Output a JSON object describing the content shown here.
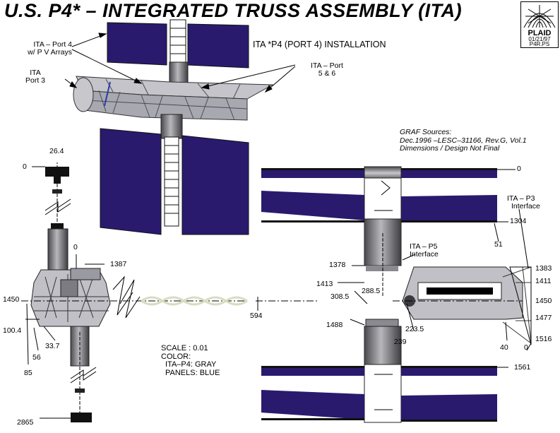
{
  "title": "U.S. P4* – INTEGRATED TRUSS ASSEMBLY (ITA)",
  "subtitle": "ITA *P4 (PORT 4) INSTALLATION",
  "logo": {
    "name": "PLAID",
    "date": "01/21/97",
    "file": "P4R.PS"
  },
  "callouts": {
    "port4_line1": "ITA – Port 4",
    "port4_line2": "w/ P V Arrays",
    "port3_line1": "ITA",
    "port3_line2": "Port 3",
    "port56_line1": "ITA – Port",
    "port56_line2": "5 & 6",
    "p3_line1": "ITA – P3",
    "p3_line2": "Interface",
    "p5_line1": "ITA – P5",
    "p5_line2": "Interface"
  },
  "sources": {
    "line1": "GRAF Sources:",
    "line2": "Dec.1996 –LESC–31166, Rev.G, Vol.1",
    "line3": "Dimensions / Design Not Final"
  },
  "scale_note": {
    "line1": "SCALE : 0.01",
    "line2": "COLOR:",
    "line3": "ITA–P4:  GRAY",
    "line4": "PANELS:  BLUE"
  },
  "left_view_dims": {
    "d26_4": "26.4",
    "d0_top": "0",
    "d0_mid": "0",
    "d1387": "1387",
    "d1450": "1450",
    "d100_4": "100.4",
    "d33_7": "33.7",
    "d56": "56",
    "d85": "85",
    "d2865": "2865"
  },
  "center_dim": "594",
  "right_view_dims": {
    "d0": "0",
    "d1304": "1304",
    "d51": "51",
    "d1378": "1378",
    "d1413": "1413",
    "d288_5": "288.5",
    "d308_5": "308.5",
    "d1488": "1488",
    "d223_5": "223.5",
    "d239": "239",
    "d1383": "1383",
    "d1411": "1411",
    "d1450": "1450",
    "d1477": "1477",
    "d40": "40",
    "d0_bottom": "0",
    "d1516": "1516",
    "d1561": "1561"
  },
  "colors": {
    "panel_blue": "#2a1a6e",
    "truss_gray": "#9a9aa2",
    "cylinder_gray": "#7c7c80",
    "line": "#000000"
  }
}
